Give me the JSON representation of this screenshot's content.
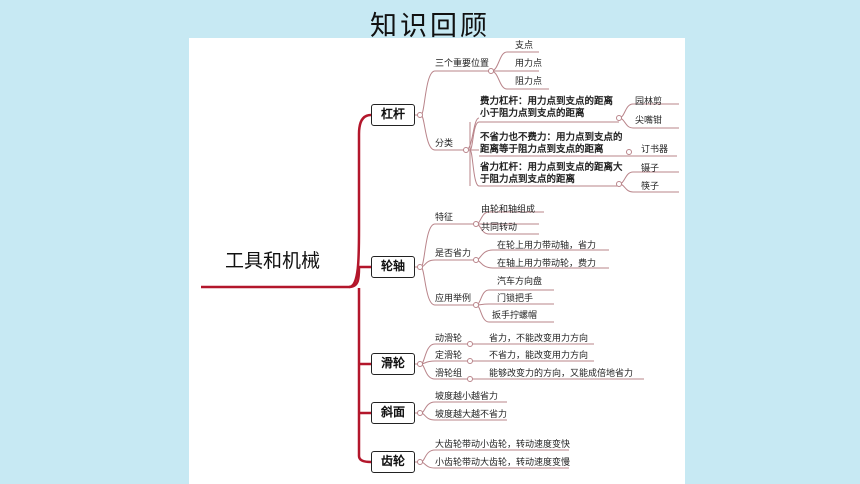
{
  "page_title": "知识回顾",
  "mindmap": {
    "root": "工具和机械",
    "branches": [
      {
        "label": "杠杆",
        "children": [
          {
            "label": "三个重要位置",
            "children": [
              "支点",
              "用力点",
              "阻力点"
            ]
          },
          {
            "label": "分类",
            "children": [
              {
                "desc": [
                  "费力杠杆：用力点到支点的距离",
                  "小于阻力点到支点的距离"
                ],
                "examples": [
                  "园林剪",
                  "尖嘴钳"
                ]
              },
              {
                "desc": [
                  "不省力也不费力：用力点到支点的",
                  "距离等于阻力点到支点的距离"
                ],
                "examples": [
                  "订书器"
                ]
              },
              {
                "desc": [
                  "省力杠杆：用力点到支点的距离大",
                  "于阻力点到支点的距离"
                ],
                "examples": [
                  "镊子",
                  "筷子"
                ]
              }
            ]
          }
        ]
      },
      {
        "label": "轮轴",
        "children": [
          {
            "label": "特征",
            "children": [
              "由轮和轴组成",
              "共同转动"
            ]
          },
          {
            "label": "是否省力",
            "children": [
              "在轮上用力带动轴，省力",
              "在轴上用力带动轮，费力"
            ]
          },
          {
            "label": "应用举例",
            "children": [
              "汽车方向盘",
              "门锁把手",
              "扳手拧螺帽"
            ]
          }
        ]
      },
      {
        "label": "滑轮",
        "children": [
          {
            "label": "动滑轮",
            "children": [
              "省力，不能改变用力方向"
            ]
          },
          {
            "label": "定滑轮",
            "children": [
              "不省力，能改变用力方向"
            ]
          },
          {
            "label": "滑轮组",
            "children": [
              "能够改变力的方向，又能成倍地省力"
            ]
          }
        ]
      },
      {
        "label": "斜面",
        "children": [
          "坡度越小越省力",
          "坡度越大越不省力"
        ]
      },
      {
        "label": "齿轮",
        "children": [
          "大齿轮带动小齿轮，转动速度变快",
          "小齿轮带动大齿轮，转动速度变慢"
        ]
      }
    ]
  },
  "colors": {
    "page_bg": "#c7e9f3",
    "canvas_bg": "#ffffff",
    "branch_line": "#b3162b",
    "connector": "#b9848a",
    "node_border": "#222222"
  }
}
